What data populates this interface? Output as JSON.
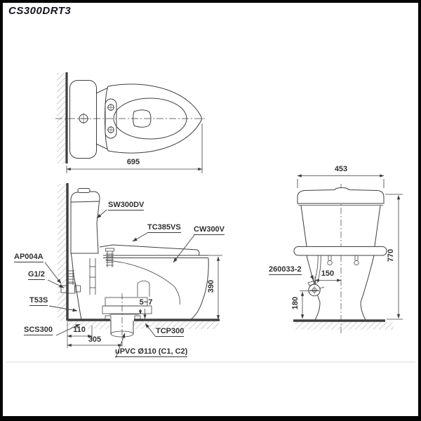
{
  "title": "CS300DRT3",
  "colors": {
    "line": "#3f3f3f",
    "dim_text": "#303030",
    "title_text": "#14141f",
    "frame": "#050505",
    "hatch": "#9a9a9a",
    "divider": "#d8d8d8"
  },
  "top_view": {
    "dims": {
      "overall_length": "695"
    }
  },
  "side_view": {
    "parts": {
      "cistern": "SW300DV",
      "seat": "TC385VS",
      "bowl": "CW300V",
      "inlet": "AP004A",
      "inlet_thread": "G1/2",
      "outlet_fitting": "T53S",
      "screw_set": "SCS300",
      "floor_flange": "TCP300",
      "drain_pipe": "uPVC Ø110 (C1, C2)"
    },
    "dims": {
      "rim_height": "390",
      "flange_height": "5~7",
      "flange_wall_offset": "110",
      "rough_in": "305"
    }
  },
  "front_view": {
    "parts": {
      "stop_valve": "260033-2"
    },
    "dims": {
      "tank_width": "453",
      "overall_height": "770",
      "valve_center_offset": "150",
      "valve_floor_height": "180"
    }
  }
}
